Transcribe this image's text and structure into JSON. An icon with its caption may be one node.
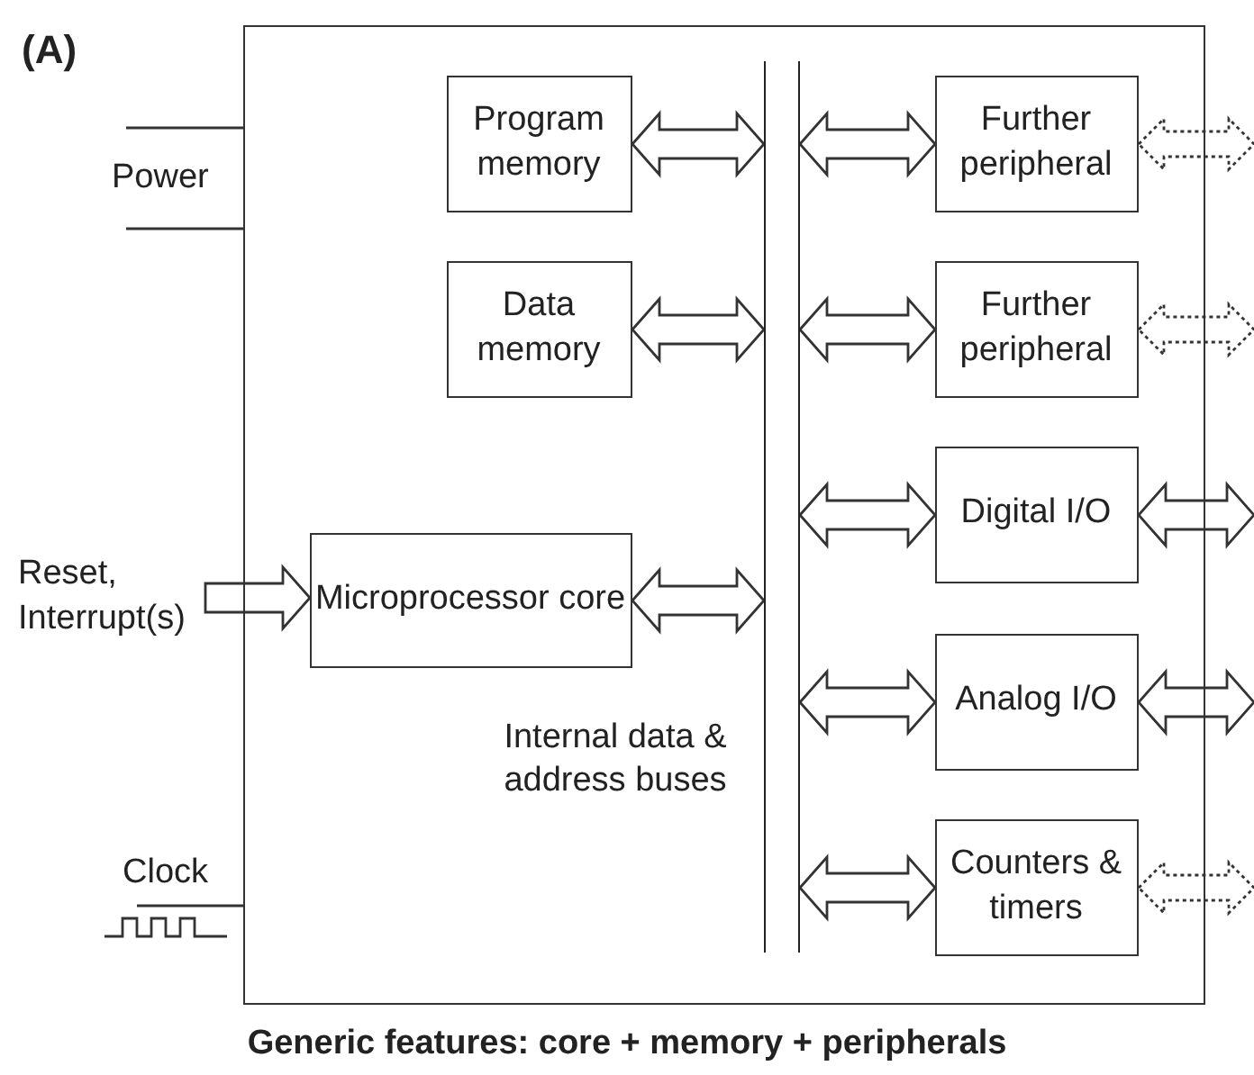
{
  "diagram": {
    "title": "(A)",
    "caption": "Generic features: core + memory + peripherals",
    "nodes": [
      {
        "text": [],
        "shape": "box"
      },
      {
        "text": [
          "Program memory"
        ],
        "in": 0
      },
      {
        "text": [
          "Data memory"
        ],
        "in": 0
      },
      {
        "text": [
          "Microprocessor core"
        ],
        "in": 0
      },
      {
        "text": [],
        "shape": "bar",
        "in": 0,
        "beside": [
          "Internal data & address buses"
        ]
      },
      {
        "text": [
          "Further peripheral"
        ],
        "in": 0
      },
      {
        "text": [
          "Further peripheral"
        ],
        "in": 0
      },
      {
        "text": [
          "Digital I/O"
        ],
        "in": 0
      },
      {
        "text": [
          "Analog I/O"
        ],
        "in": 0
      },
      {
        "text": [
          "Counters & timers"
        ],
        "in": 0
      },
      {
        "text": [
          "Power"
        ]
      },
      {
        "text": [
          "Reset, Interrupt(s)"
        ]
      },
      {
        "text": [
          "Clock"
        ]
      }
    ],
    "edges": [
      {
        "from": 1,
        "to": 4,
        "arrow": "both"
      },
      {
        "from": 2,
        "to": 4,
        "arrow": "both"
      },
      {
        "from": 3,
        "to": 4,
        "arrow": "both"
      },
      {
        "from": 4,
        "to": 5,
        "arrow": "both"
      },
      {
        "from": 4,
        "to": 6,
        "arrow": "both"
      },
      {
        "from": 4,
        "to": 7,
        "arrow": "both"
      },
      {
        "from": 4,
        "to": 8,
        "arrow": "both"
      },
      {
        "from": 4,
        "to": 9,
        "arrow": "both"
      },
      {
        "from": 5,
        "to": null,
        "arrow": "both",
        "style": "dashed"
      },
      {
        "from": 6,
        "to": null,
        "arrow": "both",
        "style": "dashed"
      },
      {
        "from": 7,
        "to": null,
        "arrow": "both"
      },
      {
        "from": 8,
        "to": null,
        "arrow": "both"
      },
      {
        "from": 9,
        "to": null,
        "arrow": "both",
        "style": "dashed"
      },
      {
        "from": 10,
        "to": 0,
        "arrow": "none"
      },
      {
        "from": 10,
        "to": 0,
        "arrow": "none"
      },
      {
        "from": 11,
        "to": 3,
        "arrow": "to"
      },
      {
        "from": 12,
        "to": 0,
        "arrow": "none"
      }
    ]
  }
}
